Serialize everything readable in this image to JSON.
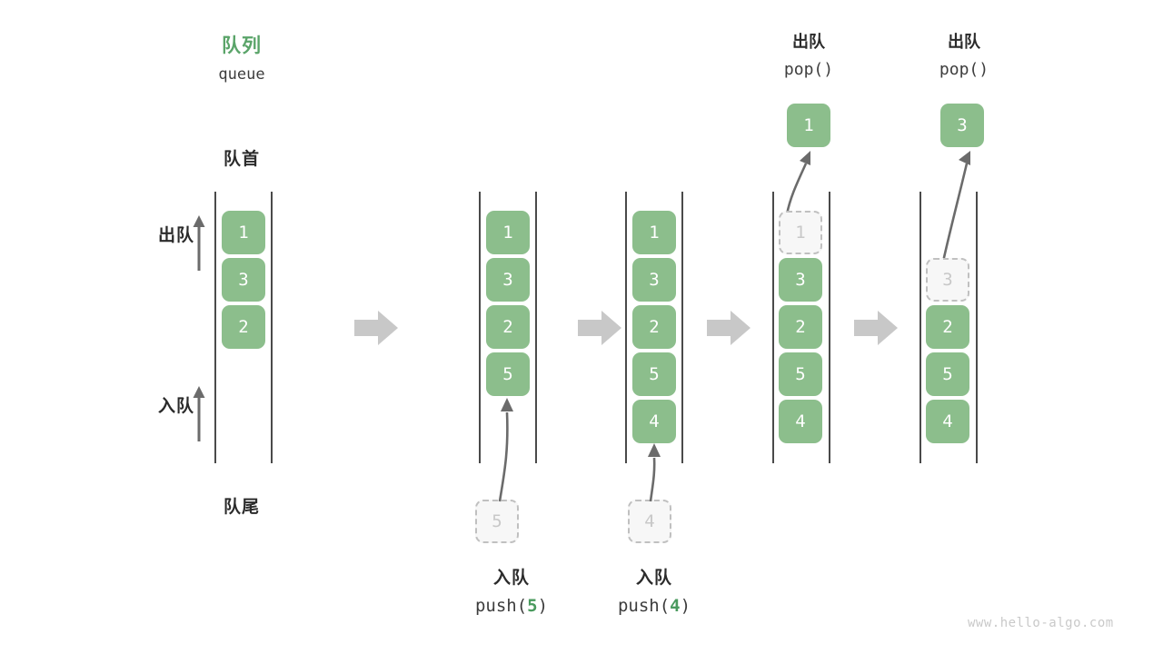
{
  "diagram": {
    "title_cn": "队列",
    "title_en": "queue",
    "front_label": "队首",
    "rear_label": "队尾",
    "dequeue_label": "出队",
    "enqueue_label": "入队",
    "accent_color": "#5aa469",
    "element_color": "#8cbe8c",
    "ghost_color": "#c8c8c8",
    "arrow_color": "#c8c8c8",
    "watermark": "www.hello-algo.com"
  },
  "stages": [
    {
      "name": "initial",
      "boxes": [
        "1",
        "3",
        "2"
      ],
      "ghost_index": null,
      "incoming": null,
      "popped": null,
      "caption_cn": null,
      "caption_code": null
    },
    {
      "name": "push-5",
      "boxes": [
        "1",
        "3",
        "2",
        "5"
      ],
      "ghost_index": null,
      "incoming": "5",
      "popped": null,
      "caption_cn": "入队",
      "caption_code_prefix": "push(",
      "caption_code_arg": "5",
      "caption_code_suffix": ")"
    },
    {
      "name": "push-4",
      "boxes": [
        "1",
        "3",
        "2",
        "5",
        "4"
      ],
      "ghost_index": null,
      "incoming": "4",
      "popped": null,
      "caption_cn": "入队",
      "caption_code_prefix": "push(",
      "caption_code_arg": "4",
      "caption_code_suffix": ")"
    },
    {
      "name": "pop-1",
      "boxes": [
        "1",
        "3",
        "2",
        "5",
        "4"
      ],
      "ghost_index": 0,
      "incoming": null,
      "popped": "1",
      "top_cn": "出队",
      "top_code": "pop()"
    },
    {
      "name": "pop-3",
      "boxes": [
        "3",
        "2",
        "5",
        "4"
      ],
      "ghost_index": 0,
      "incoming": null,
      "popped": "3",
      "top_cn": "出队",
      "top_code": "pop()"
    }
  ],
  "transition_arrows": 4
}
